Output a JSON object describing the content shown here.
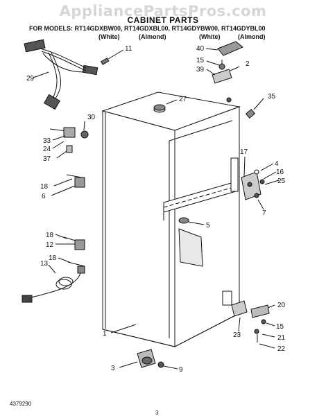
{
  "watermark": "AppliancePartsPros.com",
  "title": "CABINET PARTS",
  "models": "FOR MODELS: RT14GDXBW00, RT14GDXBL00, RT14GDYBW00, RT14GDYBL00",
  "colors": [
    "(White)",
    "(Almond)",
    "(White)",
    "(Almond)"
  ],
  "footer": {
    "code": "4379290",
    "page": "3"
  },
  "callouts": [
    "1",
    "2",
    "3",
    "4",
    "5",
    "6",
    "7",
    "9",
    "11",
    "12",
    "13",
    "15",
    "15",
    "16",
    "17",
    "18",
    "18",
    "18",
    "20",
    "21",
    "22",
    "23",
    "24",
    "25",
    "27",
    "29",
    "30",
    "33",
    "35",
    "37",
    "39",
    "40"
  ]
}
